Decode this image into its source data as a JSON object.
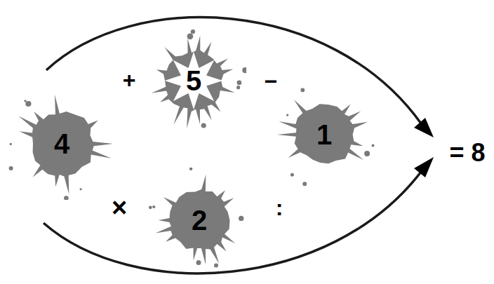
{
  "diagram": {
    "nodes": [
      {
        "text": [
          "4"
        ]
      },
      {
        "text": [
          "5"
        ]
      },
      {
        "text": [
          "1"
        ]
      },
      {
        "text": [
          "2"
        ]
      }
    ],
    "labels": [
      "+",
      "−",
      "×",
      ":",
      "= 8"
    ]
  }
}
